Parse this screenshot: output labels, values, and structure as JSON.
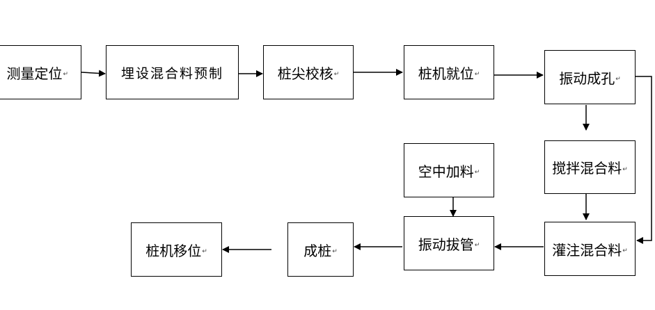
{
  "diagram": {
    "nodes": {
      "survey": {
        "label": "测量定位"
      },
      "embed": {
        "label": "埋设混合料预制"
      },
      "tip_check": {
        "label": "桩尖校核"
      },
      "rig_position": {
        "label": "桩机就位"
      },
      "vibro_hole": {
        "label": "振动成孔"
      },
      "mix_material": {
        "label": "搅拌混合料"
      },
      "pour_material": {
        "label": "灌注混合料"
      },
      "air_feed": {
        "label": "空中加料"
      },
      "vibro_pull": {
        "label": "振动拔管"
      },
      "pile_formed": {
        "label": "成桩"
      },
      "rig_move": {
        "label": "桩机移位"
      }
    },
    "paragraph_mark": "↵",
    "edges": [
      {
        "from": "survey",
        "to": "embed"
      },
      {
        "from": "embed",
        "to": "tip_check"
      },
      {
        "from": "tip_check",
        "to": "rig_position"
      },
      {
        "from": "rig_position",
        "to": "vibro_hole"
      },
      {
        "from": "vibro_hole",
        "to": "mix_material"
      },
      {
        "from": "vibro_hole",
        "to": "pour_material"
      },
      {
        "from": "mix_material",
        "to": "pour_material"
      },
      {
        "from": "pour_material",
        "to": "vibro_pull"
      },
      {
        "from": "air_feed",
        "to": "vibro_pull"
      },
      {
        "from": "vibro_pull",
        "to": "pile_formed"
      },
      {
        "from": "pile_formed",
        "to": "rig_move"
      }
    ]
  }
}
